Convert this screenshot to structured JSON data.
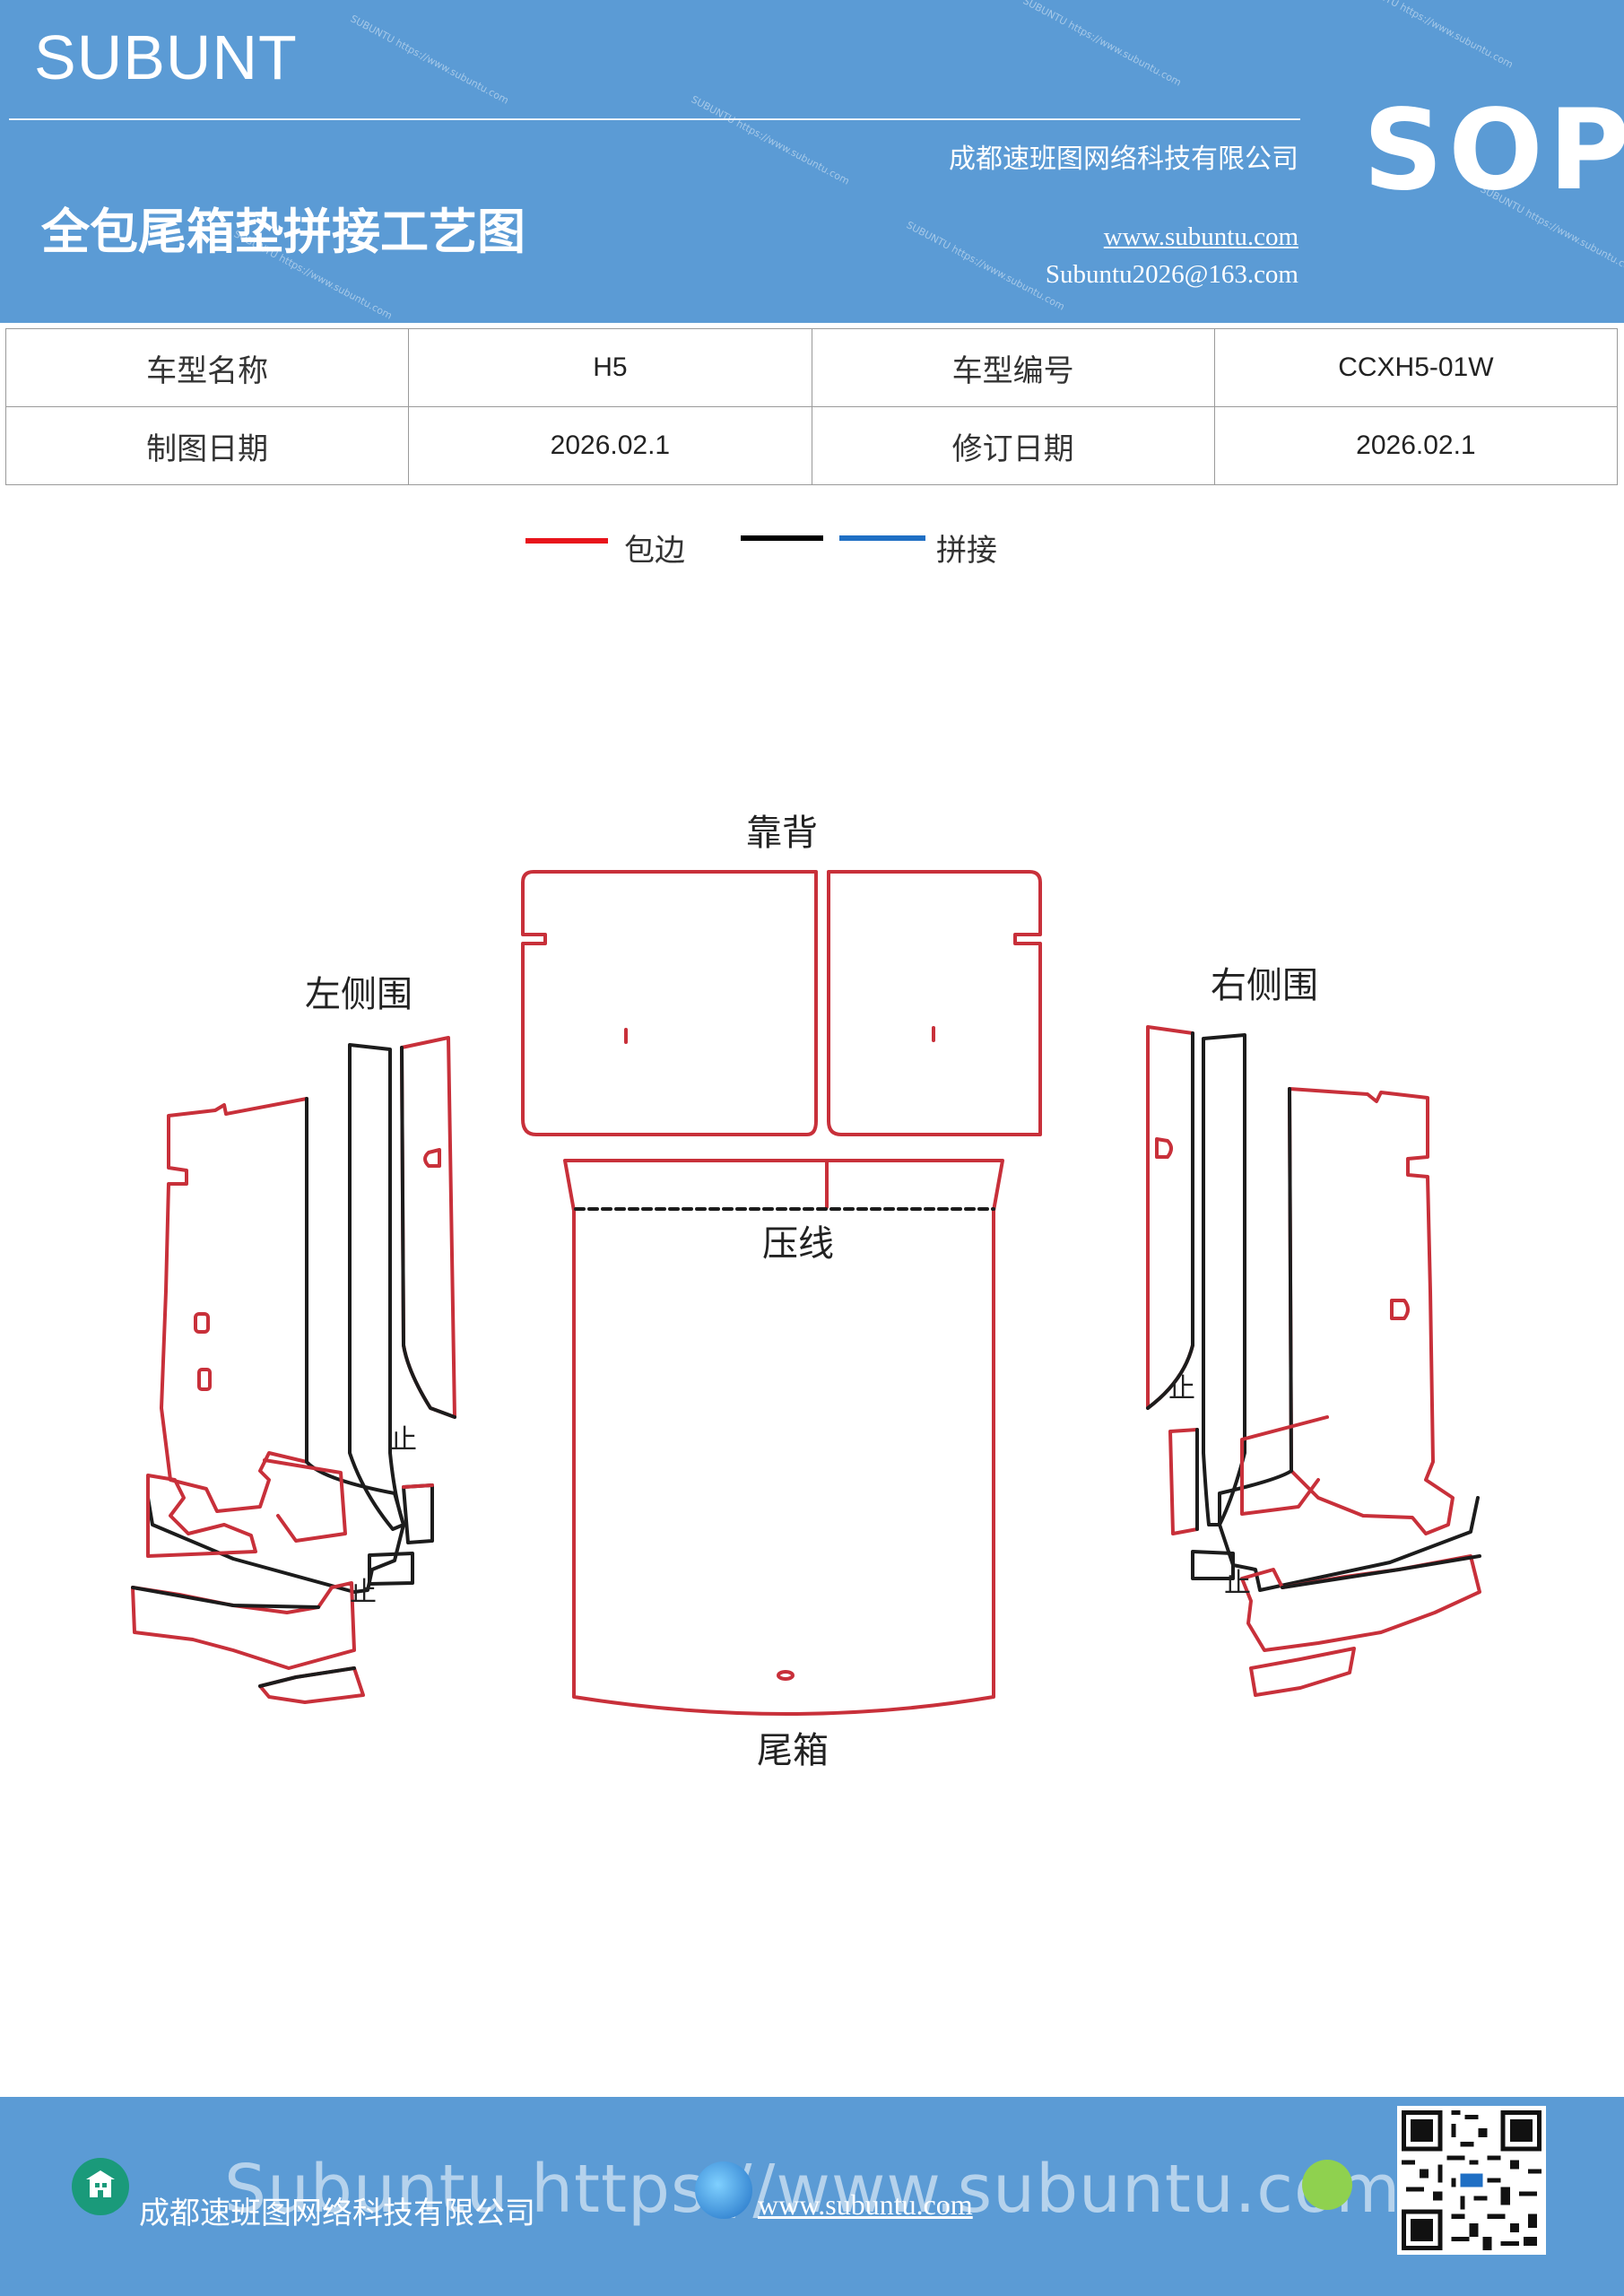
{
  "header": {
    "brand": "SUBUNT",
    "title": "全包尾箱垫拼接工艺图",
    "company": "成都速班图网络科技有限公司",
    "website": "www.subuntu.com",
    "email": "Subuntu2026@163.com",
    "badge": "SOP",
    "watermark": "SUBUNTU https://www.subuntu.com"
  },
  "info": {
    "rows": [
      {
        "label1": "车型名称",
        "value1": "H5",
        "label2": "车型编号",
        "value2": "CCXH5-01W"
      },
      {
        "label1": "制图日期",
        "value1": "2026.02.1",
        "label2": "修订日期",
        "value2": "2026.02.1"
      }
    ]
  },
  "legend": {
    "items": [
      {
        "label": "包边",
        "color": "#e8141b"
      },
      {
        "label": "",
        "color": "#000000"
      },
      {
        "label": "拼接",
        "color": "#1f6fc4"
      }
    ]
  },
  "diagram": {
    "colors": {
      "edge": "#c8303a",
      "seam": "#1c1c1c"
    },
    "labels": {
      "backrest": "靠背",
      "left_side": "左侧围",
      "right_side": "右侧围",
      "press_line": "压线",
      "trunk": "尾箱",
      "stop": "止"
    }
  },
  "footer": {
    "company": "成都速班图网络科技有限公司",
    "website": "www.subuntu.com",
    "watermark": "Subuntu https://www.subuntu.com"
  }
}
